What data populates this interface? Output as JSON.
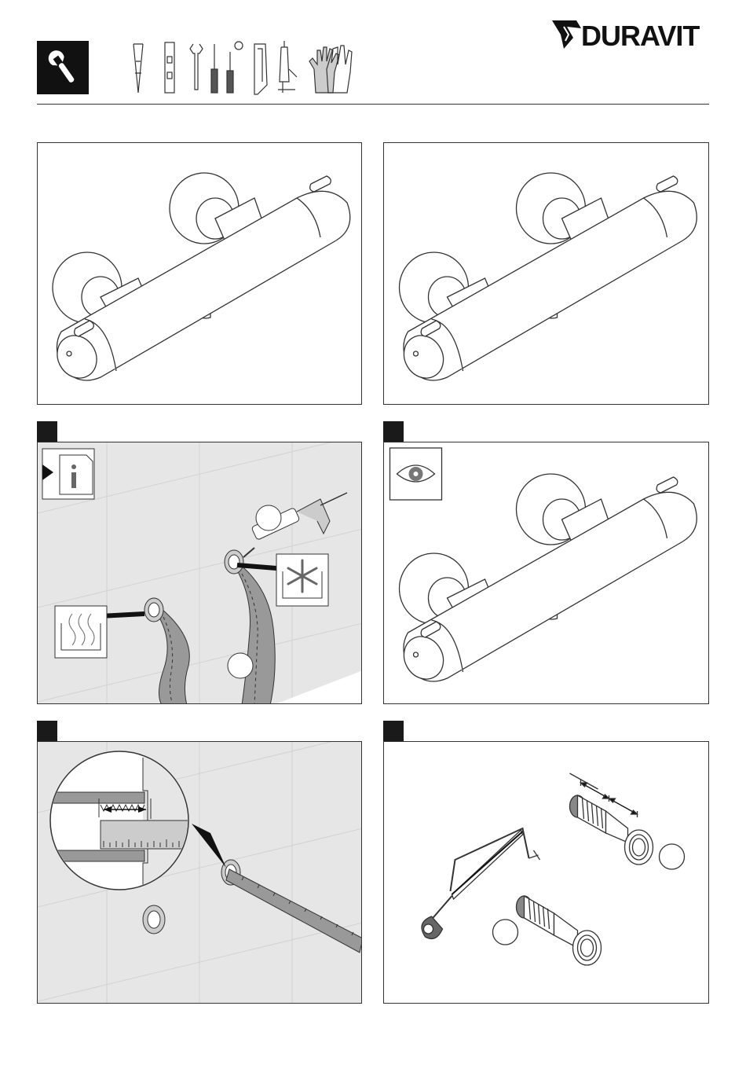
{
  "brand": {
    "name": "DURAVIT"
  },
  "header": {
    "section_icon": "wrench-icon",
    "tools": [
      "tape-measure-icon",
      "spirit-level-icon",
      "wrench-icon",
      "screwdriver-flat-icon",
      "screwdriver-phillips-icon",
      "hacksaw-icon",
      "caulking-gun-icon",
      "gloves-icon"
    ]
  },
  "panels": [
    {
      "id": "top-left",
      "content": "thermostatic-mixer-drawing"
    },
    {
      "id": "top-right",
      "content": "thermostatic-mixer-drawing"
    },
    {
      "id": "step-1",
      "step_number": "",
      "icons": [
        "info-icon",
        "hot-water-icon",
        "cold-water-icon"
      ],
      "callouts": [
        "",
        ""
      ]
    },
    {
      "id": "step-2",
      "step_number": "",
      "icons": [
        "eye-icon"
      ]
    },
    {
      "id": "step-3",
      "step_number": "",
      "content": "measure-connection-depth"
    },
    {
      "id": "step-4",
      "step_number": "",
      "callouts": [
        "",
        ""
      ]
    }
  ],
  "colors": {
    "ink": "#1a1a1a",
    "wall": "#e6e6e6",
    "tile_line": "#d2d2d2"
  }
}
